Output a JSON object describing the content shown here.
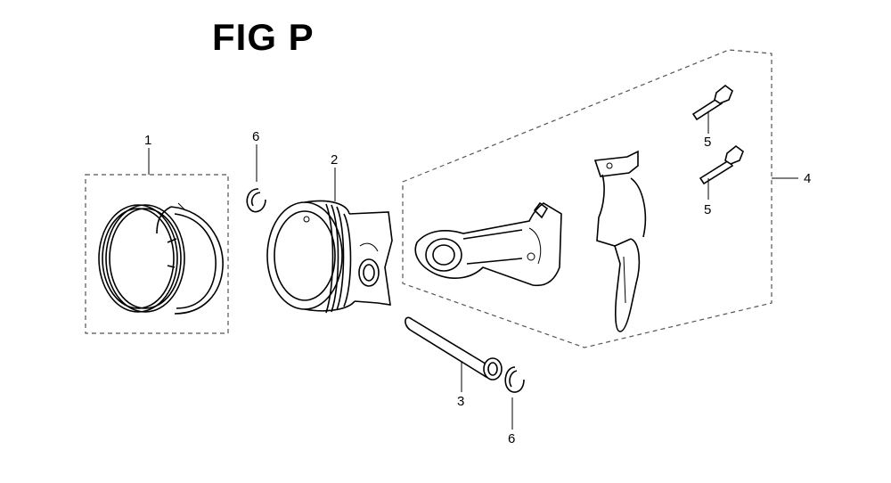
{
  "figure": {
    "title": "FIG P"
  },
  "callouts": {
    "c1": "1",
    "c2": "2",
    "c3": "3",
    "c4": "4",
    "c5a": "5",
    "c5b": "5",
    "c6a": "6",
    "c6b": "6"
  }
}
